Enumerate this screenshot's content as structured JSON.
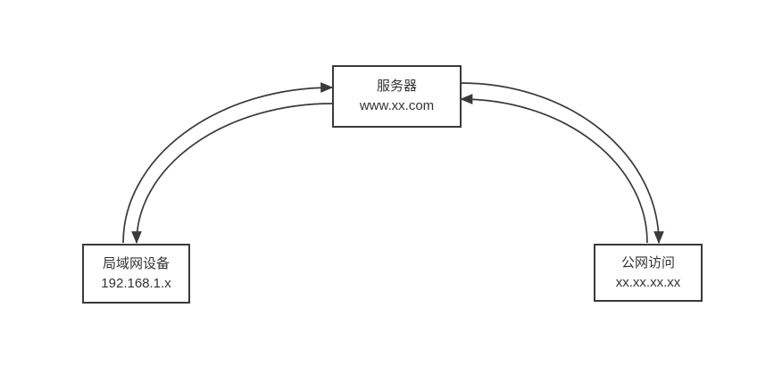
{
  "diagram": {
    "title": "",
    "nodes": {
      "server": {
        "label": "服务器",
        "sublabel": "www.xx.com"
      },
      "lan": {
        "label": "局域网设备",
        "sublabel": "192.168.1.x"
      },
      "public": {
        "label": "公网访问",
        "sublabel": "xx.xx.xx.xx"
      }
    },
    "edges": [
      {
        "id": "lan-to-server",
        "from": "lan",
        "to": "server",
        "style": "curved-arrow"
      },
      {
        "id": "server-to-lan",
        "from": "server",
        "to": "lan",
        "style": "curved-arrow"
      },
      {
        "id": "server-to-public",
        "from": "server",
        "to": "public",
        "style": "curved-arrow"
      },
      {
        "id": "public-to-server",
        "from": "public",
        "to": "server",
        "style": "curved-arrow"
      }
    ],
    "colors": {
      "line": "#3a3a3a",
      "node_border": "#3a3a3a",
      "node_fill": "#ffffff",
      "text": "#333333",
      "background": "#ffffff"
    }
  }
}
